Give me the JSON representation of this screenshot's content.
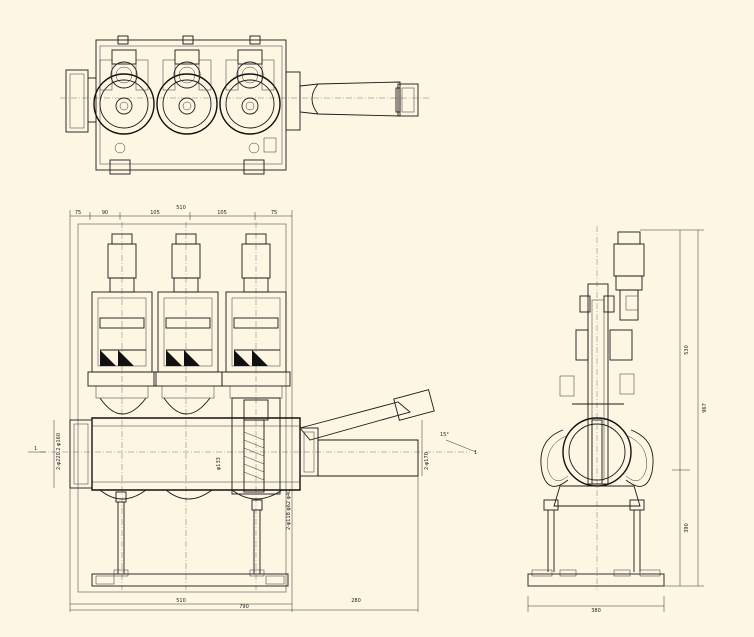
{
  "dimensions": {
    "front_top": [
      "75",
      "90",
      "105",
      "105",
      "75"
    ],
    "front_top_total": "510",
    "front_bottom_inner": "510",
    "front_bottom_total": "790",
    "front_bottom_right": "280",
    "front_left_mark": "1",
    "front_left_note": "2-φ220.2\nφ160",
    "front_center_note": "φ133",
    "front_lower_note": "2-φ118 φ62 φ40",
    "front_right_note": "2-φ170",
    "front_angle": "15°",
    "front_right_mark": "1",
    "side_height_upper": "530",
    "side_height_total": "967",
    "side_height_lower": "390",
    "side_bottom_width": "380"
  },
  "colors": {
    "background": "#fdf6e3",
    "line": "#1a1a1a"
  }
}
